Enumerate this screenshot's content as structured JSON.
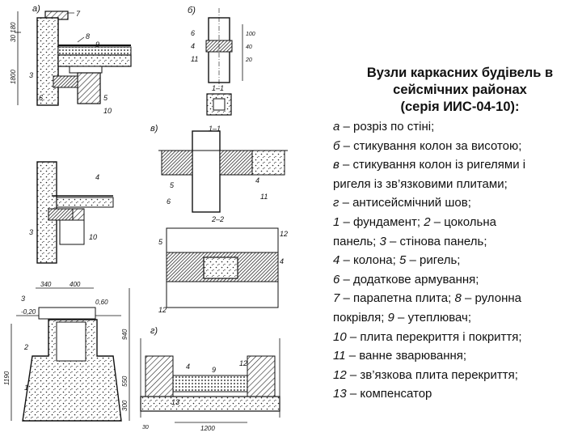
{
  "title": {
    "line1": "Вузли каркасних будівель в",
    "line2": "сейсмічних районах",
    "line3": "(серія ИИС-04-10):"
  },
  "legend": [
    {
      "key": "а",
      "text": " – розріз по стіні;"
    },
    {
      "key": "б",
      "text": " – стикування колон за висотою;"
    },
    {
      "key": "в",
      "text": " – стикування колон із ригелями і"
    },
    {
      "key": "",
      "text": "ригеля із зв’язковими плитами;"
    },
    {
      "key": "г",
      "text": " – антисейсмічний шов;"
    },
    {
      "key": "1",
      "text": " – фундамент; ",
      "key2": "2",
      "text2": " – цокольна"
    },
    {
      "key": "",
      "text": "панель; ",
      "key2": "3",
      "text2": " – стінова панель;"
    },
    {
      "key": "4",
      "text": " – колона; ",
      "key2": "5",
      "text2": " – ригель;"
    },
    {
      "key": "6",
      "text": " – додаткове армування;"
    },
    {
      "key": "7",
      "text": " – парапетна плита;  ",
      "key2": "8",
      "text2": " – рулонна"
    },
    {
      "key": "",
      "text": "покрівля; ",
      "key2": "9",
      "text2": " – утеплювач;"
    },
    {
      "key": "10",
      "text": " – плита перекриття і покриття;"
    },
    {
      "key": "11",
      "text": " – ванне зварювання;"
    },
    {
      "key": "12",
      "text": " – зв’язкова плита перекриття;"
    },
    {
      "key": "13",
      "text": " – компенсатор"
    }
  ],
  "drawing": {
    "fig_a": "а)",
    "fig_b": "б)",
    "fig_v": "в)",
    "fig_g": "г)",
    "sec_11": "1–1",
    "sec_11_b": "1–1",
    "sec_22": "2–2",
    "dim_30_180": "30 180",
    "dim_1800": "1800",
    "dim_340": "340",
    "dim_400": "400",
    "dim_m020": "-0,20",
    "dim_060": "0,60",
    "dim_1190": "1190",
    "dim_940": "940",
    "dim_550": "550",
    "dim_300": "300",
    "dim_1200": "1200",
    "dim_100": "100",
    "dim_40": "40",
    "dim_20": "20",
    "dim_30": "30",
    "num_1": "1",
    "num_2": "2",
    "num_3": "3",
    "num_4": "4",
    "num_5": "5",
    "num_6": "6",
    "num_7": "7",
    "num_8": "8",
    "num_9": "9",
    "num_10": "10",
    "num_11": "11",
    "num_12": "12",
    "num_13": "13"
  }
}
